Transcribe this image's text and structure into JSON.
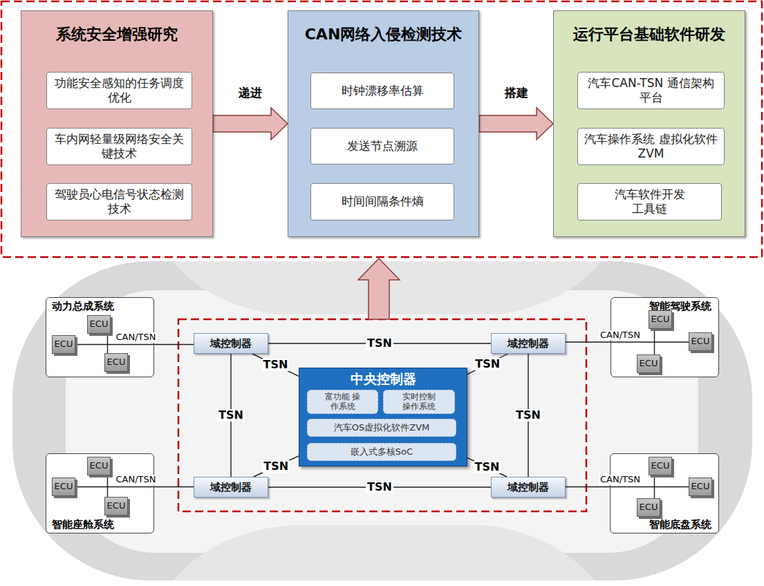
{
  "diagram": {
    "nodes": [
      {
        "text": [
          "系统安全增强研究"
        ]
      },
      {
        "text": [
          "功能安全感知的任务调度优化"
        ],
        "in": 0
      },
      {
        "text": [
          "车内网轻量级网络安全关键技术"
        ],
        "in": 0
      },
      {
        "text": [
          "驾驶员心电信号状态检测技术"
        ],
        "in": 0
      },
      {
        "text": [
          "CAN网络入侵检测技术"
        ]
      },
      {
        "text": [
          "时钟漂移率估算"
        ],
        "in": 4
      },
      {
        "text": [
          "发送节点溯源"
        ],
        "in": 4
      },
      {
        "text": [
          "时间间隔条件熵"
        ],
        "in": 4
      },
      {
        "text": [
          "运行平台基础软件研发"
        ]
      },
      {
        "text": [
          "汽车CAN-TSN 通信架构平台"
        ],
        "in": 8
      },
      {
        "text": [
          "汽车操作系统 虚拟化软件ZVM"
        ],
        "in": 8
      },
      {
        "text": [
          "汽车软件开发 工具链"
        ],
        "in": 8
      },
      {
        "text": [
          "动力总成系统"
        ]
      },
      {
        "text": [
          "ECU"
        ],
        "in": 12
      },
      {
        "text": [
          "ECU"
        ],
        "in": 12
      },
      {
        "text": [
          "ECU"
        ],
        "in": 12
      },
      {
        "text": [
          "智能驾驶系统"
        ]
      },
      {
        "text": [
          "ECU"
        ],
        "in": 16
      },
      {
        "text": [
          "ECU"
        ],
        "in": 16
      },
      {
        "text": [
          "ECU"
        ],
        "in": 16
      },
      {
        "text": [
          "域控制器"
        ]
      },
      {
        "text": [
          "域控制器"
        ]
      },
      {
        "text": [
          "中央控制器"
        ]
      },
      {
        "text": [
          "富功能 操作系统"
        ],
        "in": 22
      },
      {
        "text": [
          "实时控制 操作系统"
        ],
        "in": 22
      },
      {
        "text": [
          "汽车OS虚拟化软件ZVM"
        ],
        "in": 22
      },
      {
        "text": [
          "嵌入式多核SoC"
        ],
        "in": 22
      },
      {
        "text": [
          "智能座舱系统"
        ]
      },
      {
        "text": [
          "ECU"
        ],
        "in": 27
      },
      {
        "text": [
          "ECU"
        ],
        "in": 27
      },
      {
        "text": [
          "ECU"
        ],
        "in": 27
      },
      {
        "text": [
          "智能底盘系统"
        ]
      },
      {
        "text": [
          "ECU"
        ],
        "in": 31
      },
      {
        "text": [
          "ECU"
        ],
        "in": 31
      },
      {
        "text": [
          "ECU"
        ],
        "in": 31
      },
      {
        "text": [
          "域控制器"
        ]
      },
      {
        "text": [
          "域控制器"
        ]
      }
    ],
    "edges": [
      {
        "from": 0,
        "to": 4,
        "label": "递进",
        "arrow": "to"
      },
      {
        "from": 4,
        "to": 8,
        "label": "搭建",
        "arrow": "to"
      },
      {
        "from": 14,
        "to": 20,
        "label": "CAN/TSN",
        "arrow": "none"
      },
      {
        "from": 13,
        "to": 15,
        "arrow": "none"
      },
      {
        "from": 18,
        "to": 21,
        "label": "CAN/TSN",
        "arrow": "none"
      },
      {
        "from": 17,
        "to": 19,
        "arrow": "none"
      },
      {
        "from": 29,
        "to": 35,
        "label": "CAN/TSN",
        "arrow": "none"
      },
      {
        "from": 28,
        "to": 30,
        "arrow": "none"
      },
      {
        "from": 33,
        "to": 36,
        "label": "CAN/TSN",
        "arrow": "none"
      },
      {
        "from": 32,
        "to": 34,
        "arrow": "none"
      },
      {
        "from": 20,
        "to": 21,
        "label": "TSN",
        "arrow": "none"
      },
      {
        "from": 35,
        "to": 36,
        "label": "TSN",
        "arrow": "none"
      },
      {
        "from": 20,
        "to": 35,
        "label": "TSN",
        "arrow": "none"
      },
      {
        "from": 21,
        "to": 36,
        "label": "TSN",
        "arrow": "none"
      },
      {
        "from": 20,
        "to": 22,
        "label": "TSN",
        "arrow": "none"
      },
      {
        "from": 21,
        "to": 22,
        "label": "TSN",
        "arrow": "none"
      },
      {
        "from": 35,
        "to": 22,
        "label": "TSN",
        "arrow": "none"
      },
      {
        "from": 36,
        "to": 22,
        "label": "TSN",
        "arrow": "none"
      }
    ]
  }
}
